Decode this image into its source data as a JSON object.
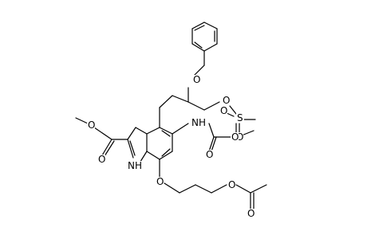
{
  "molecule": {
    "atom_labels": {
      "ring_ether_o": "O",
      "msO_bridge": "O",
      "ms_s": "S",
      "ms_o_left": "O",
      "ms_o_bottom": "O",
      "nh_amide": "NH",
      "carbamate_carbonyl_o": "O",
      "carbamate_o": "O",
      "ester_o_single": "O",
      "ester_o_double": "O",
      "indole_nh": "NH",
      "aryl_ether_o": "O",
      "acetate_o": "O",
      "acetate_carbonyl_o": "O"
    },
    "colors": {
      "bond": "#000000",
      "label": "#000000",
      "background": "#ffffff"
    }
  }
}
